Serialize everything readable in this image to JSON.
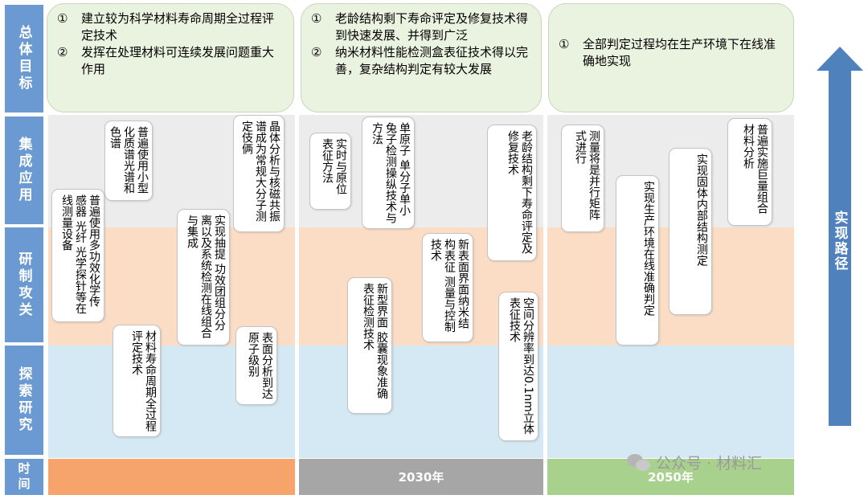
{
  "rows": {
    "goals_label": "总体目标",
    "integration_label": "集成应用",
    "development_label": "研制攻关",
    "exploration_label": "探索研究",
    "time_label": "时间"
  },
  "goals": [
    {
      "items": [
        {
          "num": "①",
          "text": "建立较为科学材料寿命周期全过程评定技术"
        },
        {
          "num": "②",
          "text": "发挥在处理材料可连续发展问题重大作用"
        }
      ]
    },
    {
      "items": [
        {
          "num": "①",
          "text": "老龄结构剩下寿命评定及修复技术得到快速发展、并得到广泛"
        },
        {
          "num": "②",
          "text": "纳米材料性能检测盒表征技术得以完善，复杂结构判定有较大发展"
        }
      ]
    },
    {
      "items": [
        {
          "num": "①",
          "text": "全部判定过程均在生产环境下在线准确地实现"
        }
      ]
    }
  ],
  "cards": [
    {
      "text": "普遍使用小型化质谱光谱和色谱"
    },
    {
      "text": "普遍使用多功效化学传感器 光纤 光学探针等在线测量设备"
    },
    {
      "text": "材料寿命周期全过程评定技术"
    },
    {
      "text": "实现抽提 功效团组分分离以及系统检测在线组合与集成"
    },
    {
      "text": "晶体分析与核磁共振谱成为常规大分子测定伎俩"
    },
    {
      "text": "表面分析到达原子级别"
    },
    {
      "text": "实时与原位表征方法"
    },
    {
      "text": "单原子 单分子单小兔子检测操纵技术与方法"
    },
    {
      "text": "新型界面 胶囊现象准确表征检测技术"
    },
    {
      "text": "新表面界面纳米结构表征 测量与控制技术"
    },
    {
      "text": "老龄结构剩下寿命评定及修复技术"
    },
    {
      "text": "空间分辨率到达0.1nm立体表征技术"
    },
    {
      "text": "测量将是并行矩阵式进行"
    },
    {
      "text": "实现生产环境在线准确判定"
    },
    {
      "text": "实现固体内部结构测定"
    },
    {
      "text": "普遍实施巨量组合材料分析"
    }
  ],
  "timeline": [
    "",
    "2030年",
    "2050年"
  ],
  "arrow_label": "实现路径",
  "watermark": "公众号 · 材料汇",
  "colors": {
    "label_blue": "#6a9ad1",
    "goal_bg": "#eaf2e0",
    "integration_bg": "#ececec",
    "development_bg": "#fbdcc4",
    "exploration_bg": "#d4e9f4",
    "time_orange": "#f6a46c",
    "time_gray": "#a6a6a6",
    "time_green": "#a9d18e",
    "arrow_blue": "#4f81bd"
  }
}
